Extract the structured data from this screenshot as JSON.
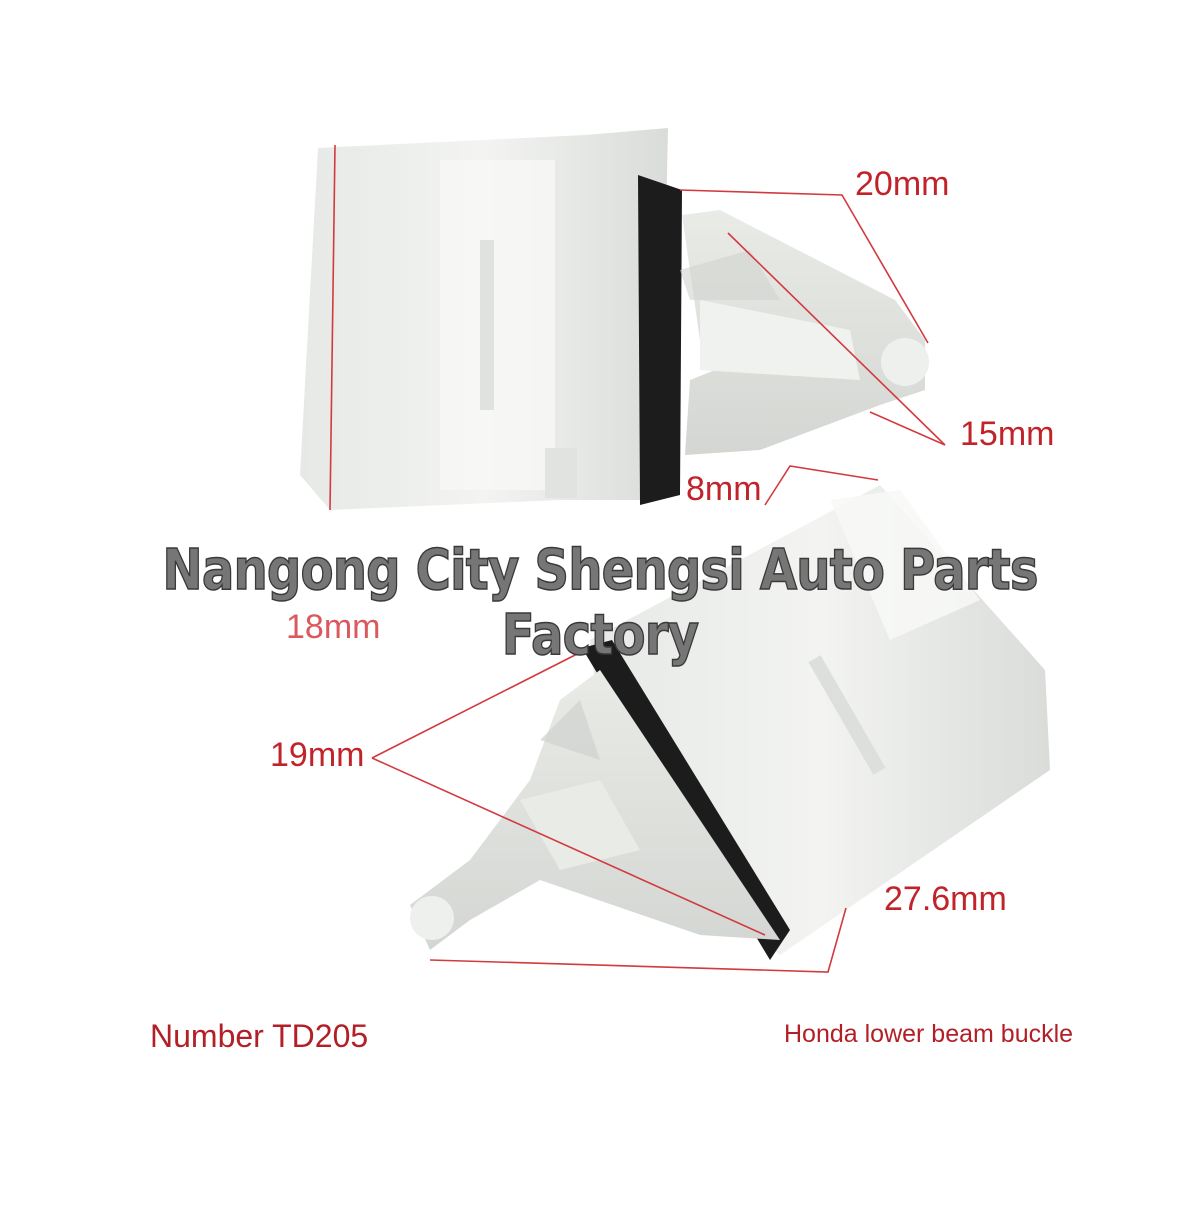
{
  "dimensions": {
    "width_20": "20mm",
    "width_15": "15mm",
    "width_8": "8mm",
    "height_18": "18mm",
    "width_19": "19mm",
    "length_27_6": "27.6mm"
  },
  "captions": {
    "number": "Number TD205",
    "product": "Honda lower beam buckle"
  },
  "watermark": {
    "text": "Nangong City Shengsi Auto Parts Factory"
  },
  "colors": {
    "label_red": "#c0242a",
    "part_white": "#eceeeb",
    "seal_black": "#1c1c1c",
    "watermark_gray": "#767676"
  }
}
